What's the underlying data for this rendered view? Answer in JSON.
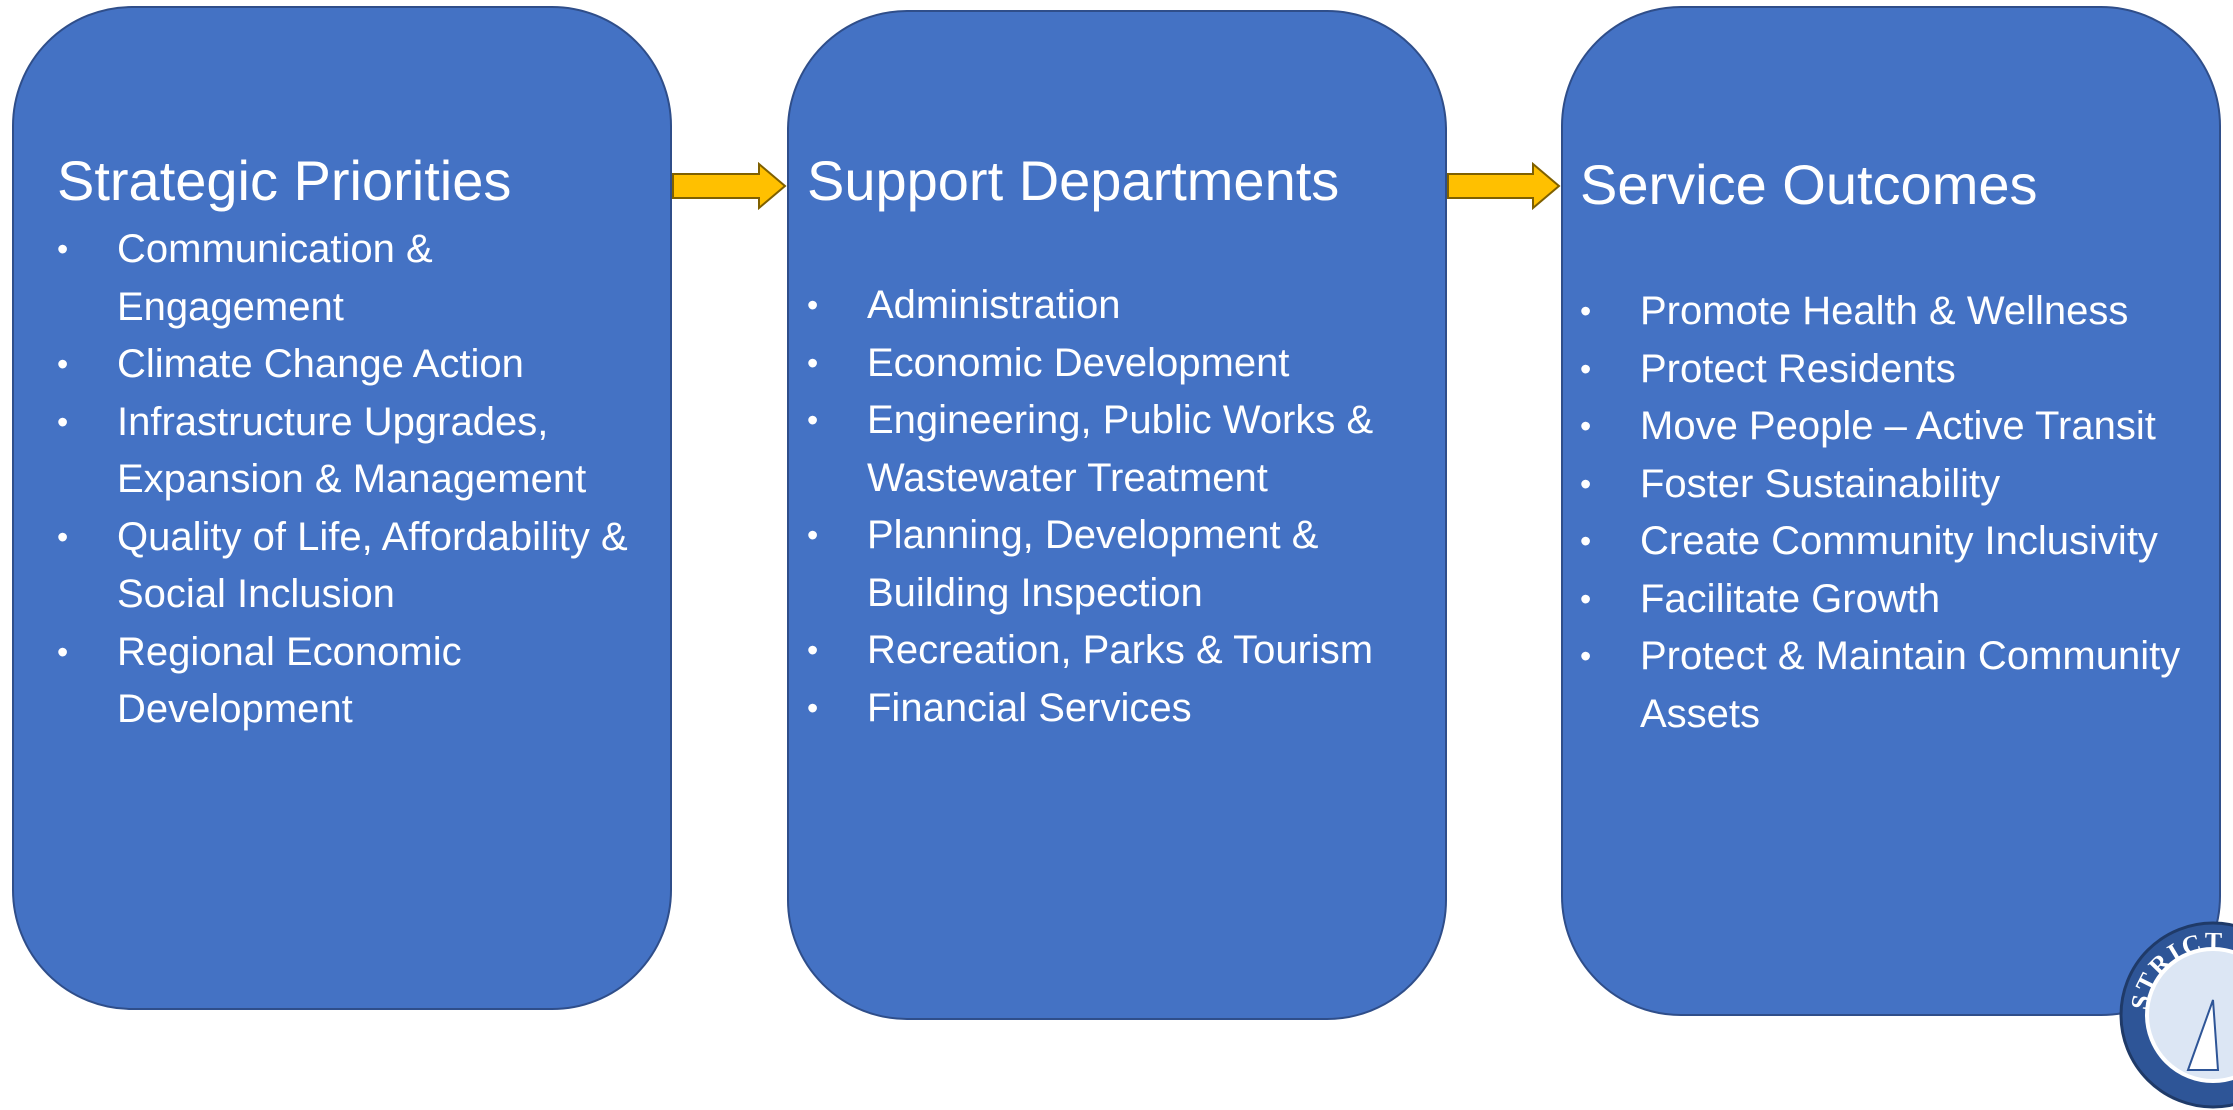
{
  "colors": {
    "box_fill": "#4472C4",
    "box_border": "#2F4E8A",
    "arrow_fill": "#FFC000",
    "text": "#FFFFFF"
  },
  "columns": [
    {
      "title": "Strategic Priorities",
      "items": [
        "Communication & Engagement",
        "Climate Change Action",
        "Infrastructure Upgrades, Expansion & Management",
        "Quality of Life, Affordability & Social Inclusion",
        "Regional Economic Development"
      ]
    },
    {
      "title": "Support Departments",
      "items": [
        "Administration",
        "Economic Development",
        "Engineering, Public Works & Wastewater Treatment",
        "Planning, Development & Building Inspection",
        "Recreation, Parks & Tourism",
        "Financial Services"
      ]
    },
    {
      "title": "Service Outcomes",
      "items": [
        "Promote Health & Wellness",
        "Protect Residents",
        "Move People – Active Transit",
        "Foster Sustainability",
        "Create Community Inclusivity",
        "Facilitate Growth",
        "Protect & Maintain Community Assets"
      ]
    }
  ],
  "seal": {
    "partial_text": "STRICT OF"
  }
}
